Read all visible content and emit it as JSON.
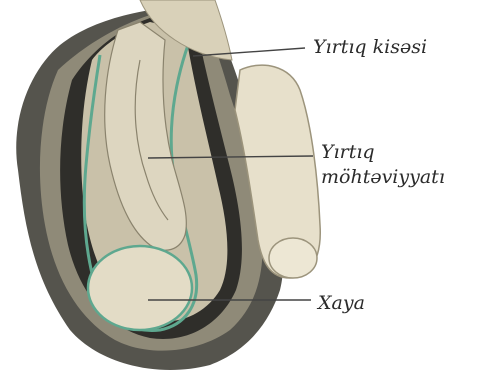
{
  "labels": {
    "hernia_sac": "Yırtıq kisəsi",
    "hernia_content_line1": "Yırtıq",
    "hernia_content_line2": "möhtəviyyatı",
    "testis": "Xaya"
  },
  "colors": {
    "background": "#ffffff",
    "skin_shadow": "#3b3a36",
    "tissue": "#ddd6c0",
    "tissue_light": "#ede7d4",
    "membrane_green": "#5ea88f",
    "leader_line": "#444444",
    "text": "#2b2b2b"
  }
}
